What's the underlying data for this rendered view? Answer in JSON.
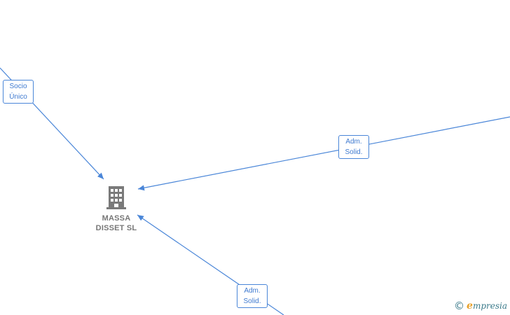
{
  "colors": {
    "edge": "#4a86d8",
    "edge_text": "#3f7ad0",
    "node_icon": "#7a7a7a",
    "node_text": "#777777",
    "watermark": "#3a7a8a",
    "watermark_accent": "#e8a12a"
  },
  "nodes": [
    {
      "id": "massa-disset",
      "icon": "building-icon",
      "label_lines": [
        "MASSA",
        "DISSET SL"
      ]
    }
  ],
  "edges": [
    {
      "id": "edge-socio-unico",
      "label_lines": [
        "Socio",
        "Único"
      ]
    },
    {
      "id": "edge-adm-solid-right",
      "label_lines": [
        "Adm.",
        "Solid."
      ]
    },
    {
      "id": "edge-adm-solid-bottom",
      "label_lines": [
        "Adm.",
        "Solid."
      ]
    }
  ],
  "watermark": {
    "copyright_symbol": "©",
    "brand_initial": "e",
    "brand_rest": "mpresia"
  }
}
